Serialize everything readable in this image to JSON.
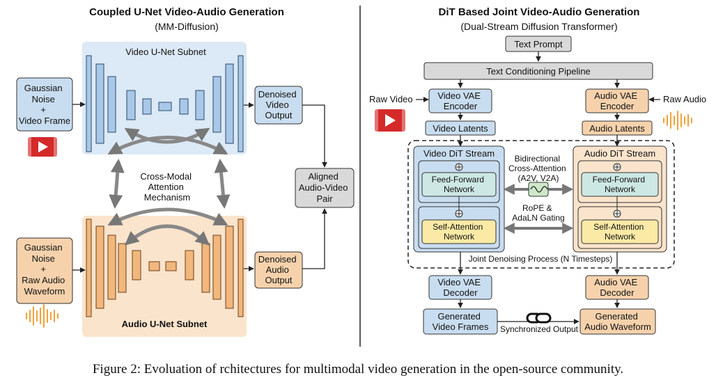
{
  "left": {
    "title": "Coupled U-Net Video-Audio Generation",
    "subtitle": "(MM-Diffusion)",
    "video_subnet_label": "Video U-Net Subnet",
    "audio_subnet_label": "Audio U-Net Subnet",
    "video_input": [
      "Gaussian",
      "Noise",
      "+",
      "Video Frame"
    ],
    "audio_input": [
      "Gaussian",
      "Noise",
      "+",
      "Raw Audio",
      "Waveform"
    ],
    "video_output": [
      "Denoised",
      "Video",
      "Output"
    ],
    "audio_output": [
      "Denoised",
      "Audio",
      "Output"
    ],
    "cross_modal": [
      "Cross-Modal",
      "Attention",
      "Mechanism"
    ],
    "aligned_pair": [
      "Aligned",
      "Audio-Video",
      "Pair"
    ]
  },
  "right": {
    "title": "DiT Based Joint Video-Audio Generation",
    "subtitle": "(Dual-Stream Diffusion Transformer)",
    "text_prompt": "Text Prompt",
    "text_pipeline": "Text Conditioning Pipeline",
    "raw_video": "Raw Video",
    "raw_audio": "Raw Audio",
    "video_vae_encoder": [
      "Video VAE",
      "Encoder"
    ],
    "audio_vae_encoder": [
      "Audio VAE",
      "Encoder"
    ],
    "video_latents": "Video Latents",
    "audio_latents": "Audio Latents",
    "video_stream": "Video DiT Stream",
    "audio_stream": "Audio DiT Stream",
    "ffn": [
      "Feed-Forward",
      "Network"
    ],
    "self_attn": [
      "Self-Attention",
      "Network"
    ],
    "bidir": [
      "Bidirectional",
      "Cross-Attention",
      "(A2V, V2A)"
    ],
    "rope": [
      "RoPE &",
      "AdaLN Gating"
    ],
    "joint": "Joint Denoising Process (N Timesteps)",
    "video_vae_decoder": [
      "Video VAE",
      "Decoder"
    ],
    "audio_vae_decoder": [
      "Audio VAE",
      "Decoder"
    ],
    "gen_video": [
      "Generated",
      "Video Frames"
    ],
    "gen_audio": [
      "Generated",
      "Audio Waveform"
    ],
    "sync_output": "Synchronized Output"
  },
  "caption": "Figure 2: Evoluation of rchitectures for multimodal video generation in the open-source community.",
  "colors": {
    "blue_fill": "#c9ddf0",
    "blue_panel": "#dce9f6",
    "orange_fill": "#f6d2ac",
    "orange_panel": "#fbe4cc",
    "gray_fill": "#d9d9d9",
    "yellow_fill": "#fbeaa6",
    "teal_fill": "#cde8e4"
  },
  "icons": [
    "youtube-play-icon",
    "audio-waveform-icon",
    "sine-wave-icon",
    "chain-link-icon",
    "sum-circle-icon"
  ]
}
